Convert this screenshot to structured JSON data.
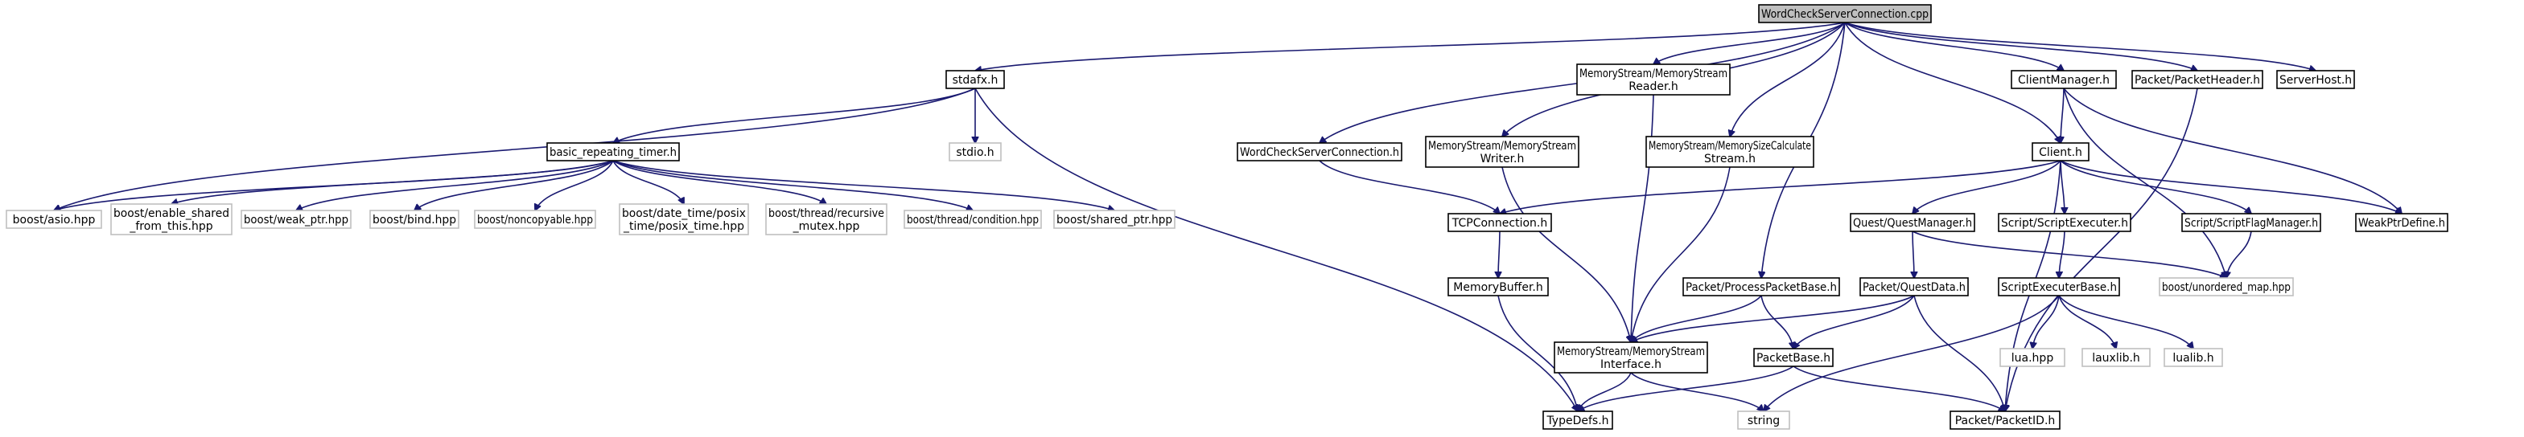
{
  "nodes": [
    {
      "id": "root",
      "lines": [
        "WordCheckServerConnection.cpp"
      ],
      "kind": "root"
    },
    {
      "id": "stdafx",
      "lines": [
        "stdafx.h"
      ],
      "kind": "doc"
    },
    {
      "id": "ms_reader",
      "lines": [
        "MemoryStream/MemoryStream",
        "Reader.h"
      ],
      "kind": "doc"
    },
    {
      "id": "clientmgr",
      "lines": [
        "ClientManager.h"
      ],
      "kind": "doc"
    },
    {
      "id": "pkthdr",
      "lines": [
        "Packet/PacketHeader.h"
      ],
      "kind": "doc"
    },
    {
      "id": "serverhost",
      "lines": [
        "ServerHost.h"
      ],
      "kind": "doc"
    },
    {
      "id": "brt",
      "lines": [
        "basic_repeating_timer.h"
      ],
      "kind": "doc"
    },
    {
      "id": "stdio",
      "lines": [
        "stdio.h"
      ],
      "kind": "ext"
    },
    {
      "id": "wcsc_h",
      "lines": [
        "WordCheckServerConnection.h"
      ],
      "kind": "doc"
    },
    {
      "id": "ms_writer",
      "lines": [
        "MemoryStream/MemoryStream",
        "Writer.h"
      ],
      "kind": "doc"
    },
    {
      "id": "ms_size",
      "lines": [
        "MemoryStream/MemorySizeCalculate",
        "Stream.h"
      ],
      "kind": "doc"
    },
    {
      "id": "client",
      "lines": [
        "Client.h"
      ],
      "kind": "doc"
    },
    {
      "id": "asio",
      "lines": [
        "boost/asio.hpp"
      ],
      "kind": "ext"
    },
    {
      "id": "esft",
      "lines": [
        "boost/enable_shared",
        "_from_this.hpp"
      ],
      "kind": "ext"
    },
    {
      "id": "weakptr",
      "lines": [
        "boost/weak_ptr.hpp"
      ],
      "kind": "ext"
    },
    {
      "id": "bind",
      "lines": [
        "boost/bind.hpp"
      ],
      "kind": "ext"
    },
    {
      "id": "noncopy",
      "lines": [
        "boost/noncopyable.hpp"
      ],
      "kind": "ext"
    },
    {
      "id": "ptime",
      "lines": [
        "boost/date_time/posix",
        "_time/posix_time.hpp"
      ],
      "kind": "ext"
    },
    {
      "id": "recmutex",
      "lines": [
        "boost/thread/recursive",
        "_mutex.hpp"
      ],
      "kind": "ext"
    },
    {
      "id": "condition",
      "lines": [
        "boost/thread/condition.hpp"
      ],
      "kind": "ext"
    },
    {
      "id": "sharedptr",
      "lines": [
        "boost/shared_ptr.hpp"
      ],
      "kind": "ext"
    },
    {
      "id": "tcpconn",
      "lines": [
        "TCPConnection.h"
      ],
      "kind": "doc"
    },
    {
      "id": "questmgr",
      "lines": [
        "Quest/QuestManager.h"
      ],
      "kind": "doc"
    },
    {
      "id": "scriptexec",
      "lines": [
        "Script/ScriptExecuter.h"
      ],
      "kind": "doc"
    },
    {
      "id": "scriptflag",
      "lines": [
        "Script/ScriptFlagManager.h"
      ],
      "kind": "doc"
    },
    {
      "id": "weakptrdef",
      "lines": [
        "WeakPtrDefine.h"
      ],
      "kind": "doc"
    },
    {
      "id": "unordered",
      "lines": [
        "boost/unordered_map.hpp"
      ],
      "kind": "ext"
    },
    {
      "id": "membuf",
      "lines": [
        "MemoryBuffer.h"
      ],
      "kind": "doc"
    },
    {
      "id": "procpkt",
      "lines": [
        "Packet/ProcessPacketBase.h"
      ],
      "kind": "doc"
    },
    {
      "id": "questdata",
      "lines": [
        "Packet/QuestData.h"
      ],
      "kind": "doc"
    },
    {
      "id": "seb",
      "lines": [
        "ScriptExecuterBase.h"
      ],
      "kind": "doc"
    },
    {
      "id": "ms_iface",
      "lines": [
        "MemoryStream/MemoryStream",
        "Interface.h"
      ],
      "kind": "doc"
    },
    {
      "id": "pktbase",
      "lines": [
        "PacketBase.h"
      ],
      "kind": "doc"
    },
    {
      "id": "lua",
      "lines": [
        "lua.hpp"
      ],
      "kind": "ext"
    },
    {
      "id": "lauxlib",
      "lines": [
        "lauxlib.h"
      ],
      "kind": "ext"
    },
    {
      "id": "lualib",
      "lines": [
        "lualib.h"
      ],
      "kind": "ext"
    },
    {
      "id": "typedefs",
      "lines": [
        "TypeDefs.h"
      ],
      "kind": "doc"
    },
    {
      "id": "string",
      "lines": [
        "string"
      ],
      "kind": "ext"
    },
    {
      "id": "pktid",
      "lines": [
        "Packet/PacketID.h"
      ],
      "kind": "doc"
    }
  ],
  "edges": [
    [
      "root",
      "stdafx"
    ],
    [
      "root",
      "wcsc_h"
    ],
    [
      "root",
      "ms_writer"
    ],
    [
      "root",
      "ms_reader"
    ],
    [
      "root",
      "ms_size"
    ],
    [
      "root",
      "procpkt"
    ],
    [
      "root",
      "client"
    ],
    [
      "root",
      "clientmgr"
    ],
    [
      "root",
      "pkthdr"
    ],
    [
      "root",
      "serverhost"
    ],
    [
      "stdafx",
      "brt"
    ],
    [
      "stdafx",
      "stdio"
    ],
    [
      "stdafx",
      "asio"
    ],
    [
      "stdafx",
      "typedefs"
    ],
    [
      "brt",
      "asio"
    ],
    [
      "brt",
      "esft"
    ],
    [
      "brt",
      "weakptr"
    ],
    [
      "brt",
      "bind"
    ],
    [
      "brt",
      "noncopy"
    ],
    [
      "brt",
      "ptime"
    ],
    [
      "brt",
      "recmutex"
    ],
    [
      "brt",
      "condition"
    ],
    [
      "brt",
      "sharedptr"
    ],
    [
      "wcsc_h",
      "tcpconn"
    ],
    [
      "tcpconn",
      "membuf"
    ],
    [
      "membuf",
      "typedefs"
    ],
    [
      "ms_writer",
      "ms_iface"
    ],
    [
      "ms_reader",
      "ms_iface"
    ],
    [
      "ms_size",
      "ms_iface"
    ],
    [
      "ms_iface",
      "typedefs"
    ],
    [
      "ms_iface",
      "string"
    ],
    [
      "clientmgr",
      "client"
    ],
    [
      "clientmgr",
      "weakptrdef"
    ],
    [
      "clientmgr",
      "unordered"
    ],
    [
      "pkthdr",
      "pktid"
    ],
    [
      "client",
      "tcpconn"
    ],
    [
      "client",
      "questmgr"
    ],
    [
      "client",
      "scriptexec"
    ],
    [
      "client",
      "scriptflag"
    ],
    [
      "client",
      "weakptrdef"
    ],
    [
      "client",
      "pktid"
    ],
    [
      "questmgr",
      "questdata"
    ],
    [
      "questmgr",
      "unordered"
    ],
    [
      "scriptexec",
      "seb"
    ],
    [
      "scriptflag",
      "unordered"
    ],
    [
      "seb",
      "lua"
    ],
    [
      "seb",
      "lauxlib"
    ],
    [
      "seb",
      "lualib"
    ],
    [
      "seb",
      "string"
    ],
    [
      "procpkt",
      "ms_iface"
    ],
    [
      "procpkt",
      "pktbase"
    ],
    [
      "questdata",
      "ms_iface"
    ],
    [
      "questdata",
      "pktbase"
    ],
    [
      "questdata",
      "pktid"
    ],
    [
      "pktbase",
      "typedefs"
    ],
    [
      "pktbase",
      "pktid"
    ]
  ]
}
